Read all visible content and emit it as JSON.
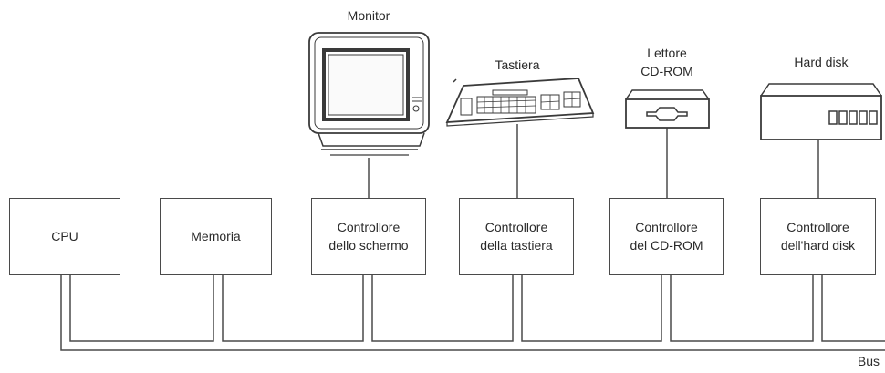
{
  "devices": {
    "monitor": "Monitor",
    "keyboard": "Tastiera",
    "cdrom_line1": "Lettore",
    "cdrom_line2": "CD-ROM",
    "harddisk": "Hard disk"
  },
  "components": {
    "cpu": "CPU",
    "memory": "Memoria",
    "screen_ctrl_line1": "Controllore",
    "screen_ctrl_line2": "dello schermo",
    "keyboard_ctrl_line1": "Controllore",
    "keyboard_ctrl_line2": "della tastiera",
    "cdrom_ctrl_line1": "Controllore",
    "cdrom_ctrl_line2": "del CD-ROM",
    "hd_ctrl_line1": "Controllore",
    "hd_ctrl_line2": "dell'hard disk"
  },
  "bus_label": "Bus"
}
